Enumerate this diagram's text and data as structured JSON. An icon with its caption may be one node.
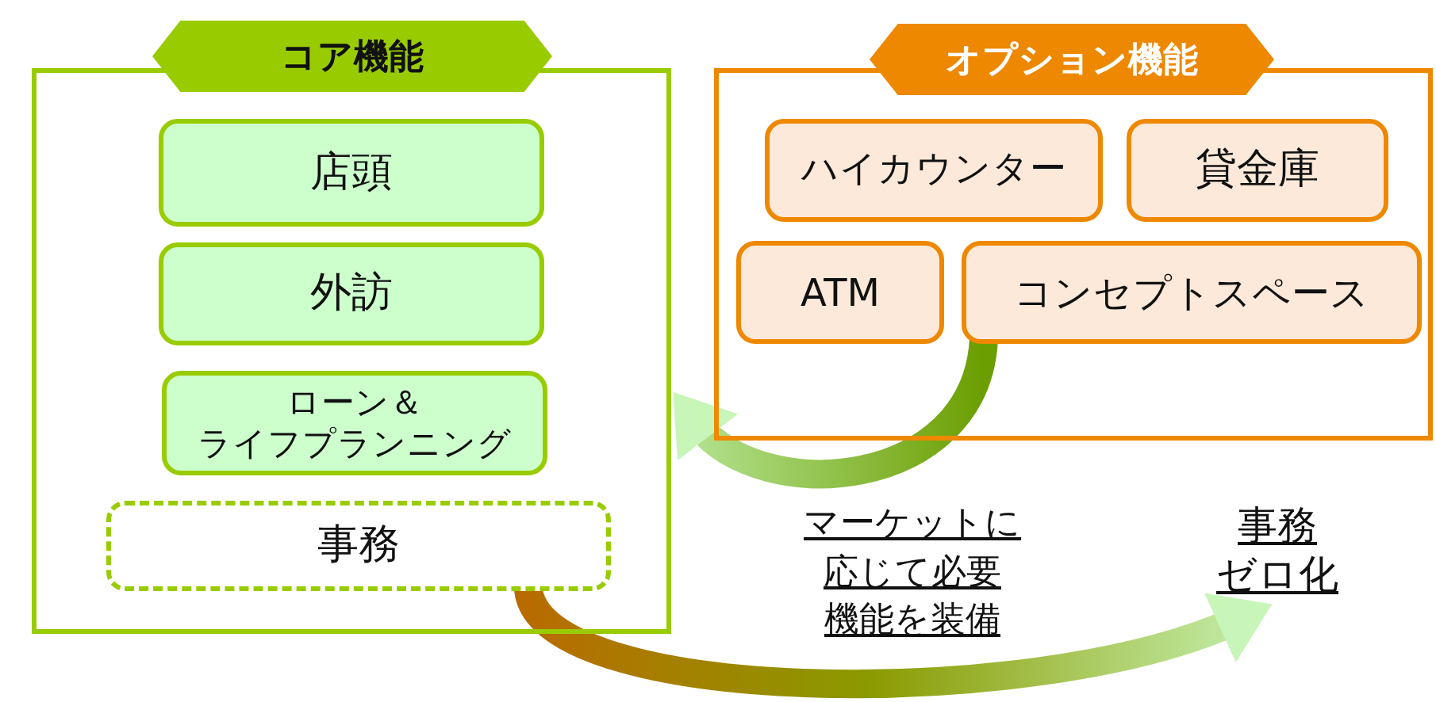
{
  "diagram": {
    "nodes": [
      {
        "text": [
          "コア機能"
        ]
      },
      {
        "text": [
          "店頭"
        ],
        "in": 0
      },
      {
        "text": [
          "外訪"
        ],
        "in": 0
      },
      {
        "text": [
          "ローン＆ライフプランニング"
        ],
        "in": 0
      },
      {
        "text": [
          "事務"
        ],
        "in": 0
      },
      {
        "text": [
          "オプション機能"
        ]
      },
      {
        "text": [
          "ハイカウンター"
        ],
        "in": 5
      },
      {
        "text": [
          "貸金庫"
        ],
        "in": 5
      },
      {
        "text": [
          "ATM"
        ],
        "in": 5
      },
      {
        "text": [
          "コンセプトスペース"
        ],
        "in": 5
      },
      {
        "text": [
          "事務ゼロ化"
        ]
      }
    ],
    "edges": [
      {
        "from": 9,
        "to": 0,
        "arrow": "to",
        "style": "thick",
        "label": "マーケットに応じて必要機能を装備"
      },
      {
        "from": 4,
        "to": 10,
        "arrow": "to",
        "style": "thick"
      }
    ]
  }
}
